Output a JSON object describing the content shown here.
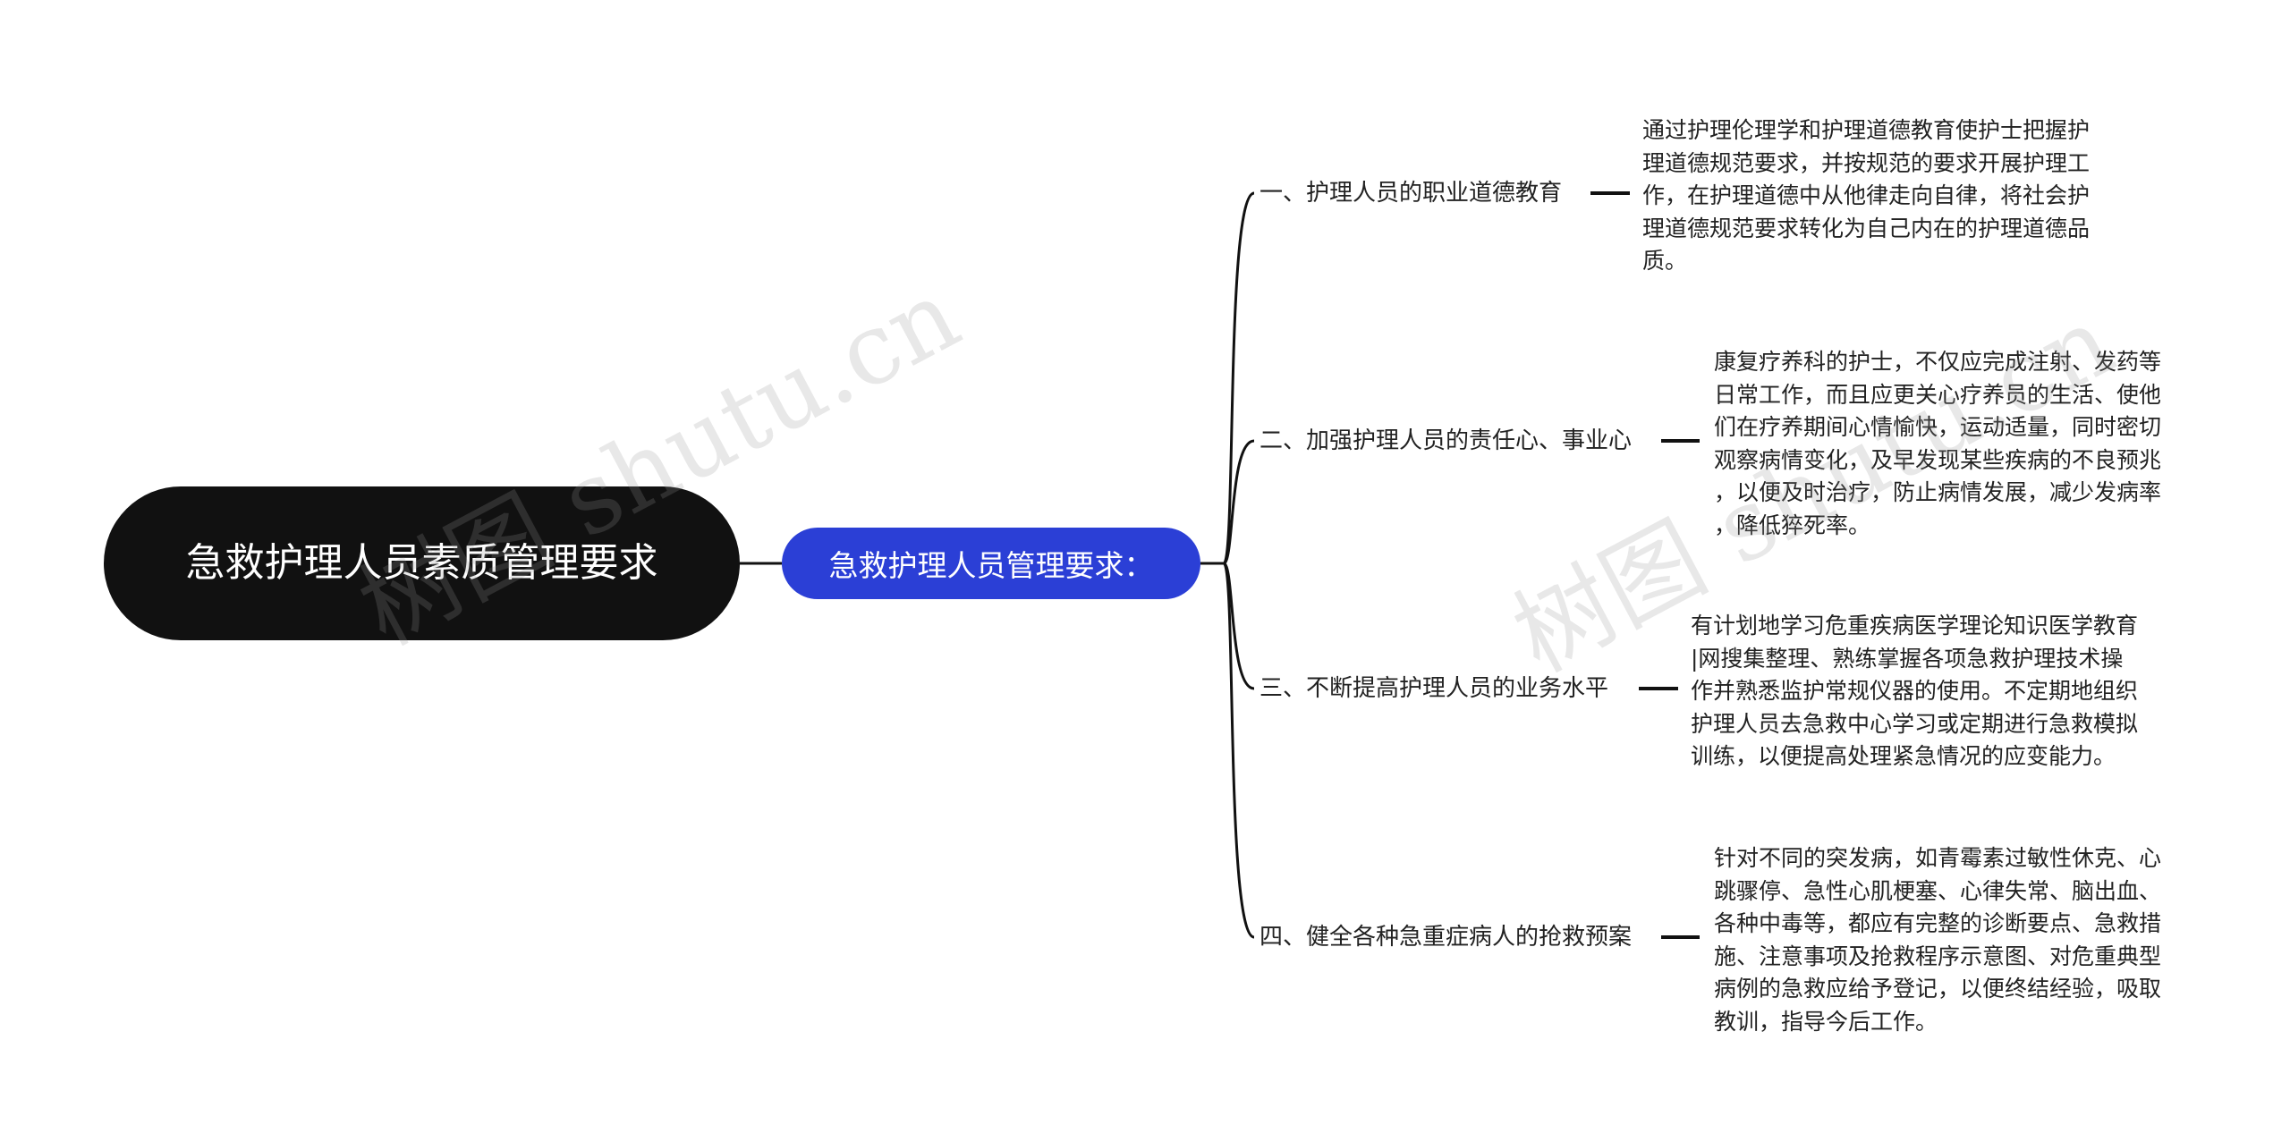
{
  "root": {
    "label": "急救护理人员素质管理要求"
  },
  "central": {
    "label": "急救护理人员管理要求："
  },
  "branches": [
    {
      "label": "一、护理人员的职业道德教育",
      "detail_lines": [
        "通过护理伦理学和护理道德教育使护士把握护",
        "理道德规范要求，并按规范的要求开展护理工",
        "作，在护理道德中从他律走向自律，将社会护",
        "理道德规范要求转化为自己内在的护理道德品",
        "质。"
      ]
    },
    {
      "label": "二、加强护理人员的责任心、事业心",
      "detail_lines": [
        "康复疗养科的护士，不仅应完成注射、发药等",
        "日常工作，而且应更关心疗养员的生活、使他",
        "们在疗养期间心情愉快，运动适量，同时密切",
        "观察病情变化，及早发现某些疾病的不良预兆",
        "，以便及时治疗，防止病情发展，减少发病率",
        "，降低猝死率。"
      ]
    },
    {
      "label": "三、不断提高护理人员的业务水平",
      "detail_lines": [
        "有计划地学习危重疾病医学理论知识医学教育",
        "|网搜集整理、熟练掌握各项急救护理技术操",
        "作并熟悉监护常规仪器的使用。不定期地组织",
        "护理人员去急救中心学习或定期进行急救模拟",
        "训练，以便提高处理紧急情况的应变能力。"
      ]
    },
    {
      "label": "四、健全各种急重症病人的抢救预案",
      "detail_lines": [
        "针对不同的突发病，如青霉素过敏性休克、心",
        "跳骤停、急性心肌梗塞、心律失常、脑出血、",
        "各种中毒等，都应有完整的诊断要点、急救措",
        "施、注意事项及抢救程序示意图、对危重典型",
        "病例的急救应给予登记，以便终结经验，吸取",
        "教训，指导今后工作。"
      ]
    }
  ],
  "watermark": {
    "text_1": "树图 shutu.cn",
    "text_2": "树图 shutu.cn"
  },
  "colors": {
    "root_bg": "#111111",
    "central_bg": "#2b3fd6",
    "line": "#111111",
    "text": "#222222"
  }
}
